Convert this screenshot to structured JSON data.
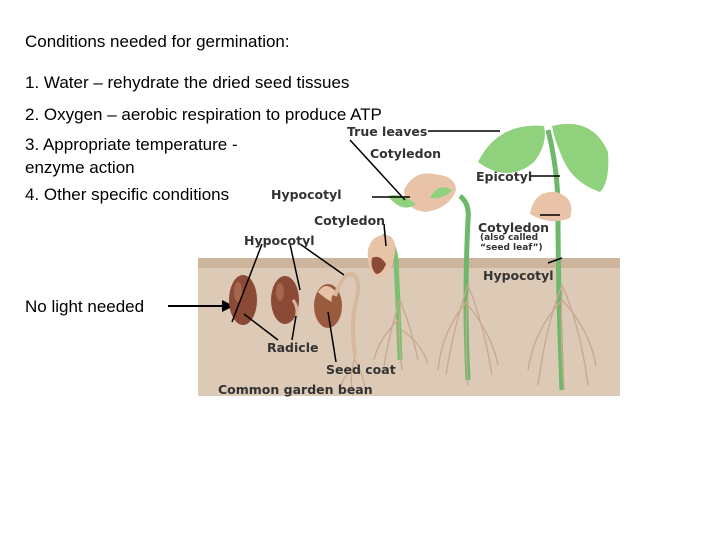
{
  "slide": {
    "heading": "Conditions needed for germination:",
    "items": [
      "1. Water – rehydrate the dried seed tissues",
      "2. Oxygen – aerobic respiration to produce ATP",
      "3. Appropriate temperature -",
      "enzyme action",
      "4. Other specific conditions"
    ],
    "no_light": "No light needed"
  },
  "diagram": {
    "labels": {
      "true_leaves": "True leaves",
      "cotyledon_top": "Cotyledon",
      "epicotyl": "Epicotyl",
      "hypocotyl_mid": "Hypocotyl",
      "cotyledon_mid": "Cotyledon",
      "hypocotyl_left": "Hypocotyl",
      "cotyledon_right": "Cotyledon",
      "also_called_1": "(also called",
      "also_called_2": "“seed leaf”)",
      "hypocotyl_right": "Hypocotyl",
      "radicle": "Radicle",
      "seed_coat": "Seed coat",
      "caption": "Common garden bean"
    },
    "colors": {
      "soil": "#dcc9b6",
      "seed": "#8b4a36",
      "stem": "#6db86a",
      "leaf": "#8fd17c",
      "root": "#c9a88f"
    }
  }
}
